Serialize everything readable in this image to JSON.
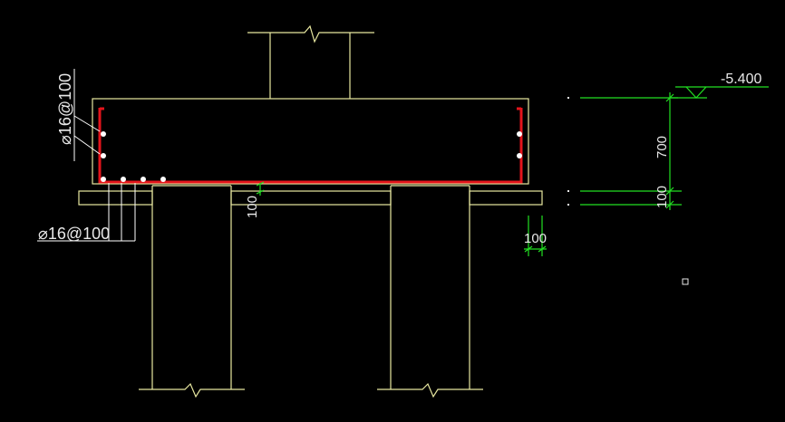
{
  "drawing": {
    "colors": {
      "background": "#000000",
      "outline": "#e8e8a0",
      "rebar": "#e4141b",
      "rebar_dots": "#ffffff",
      "dimension": "#22e022",
      "text": "#e8e8e8"
    },
    "labels": {
      "rebar_vertical": "⌀16@100",
      "rebar_bottom": "⌀16@100",
      "elevation": "-5.400",
      "dim_700": "700",
      "dim_100_right": "100",
      "dim_100_mid": "100",
      "dim_100_lower": "100"
    }
  }
}
